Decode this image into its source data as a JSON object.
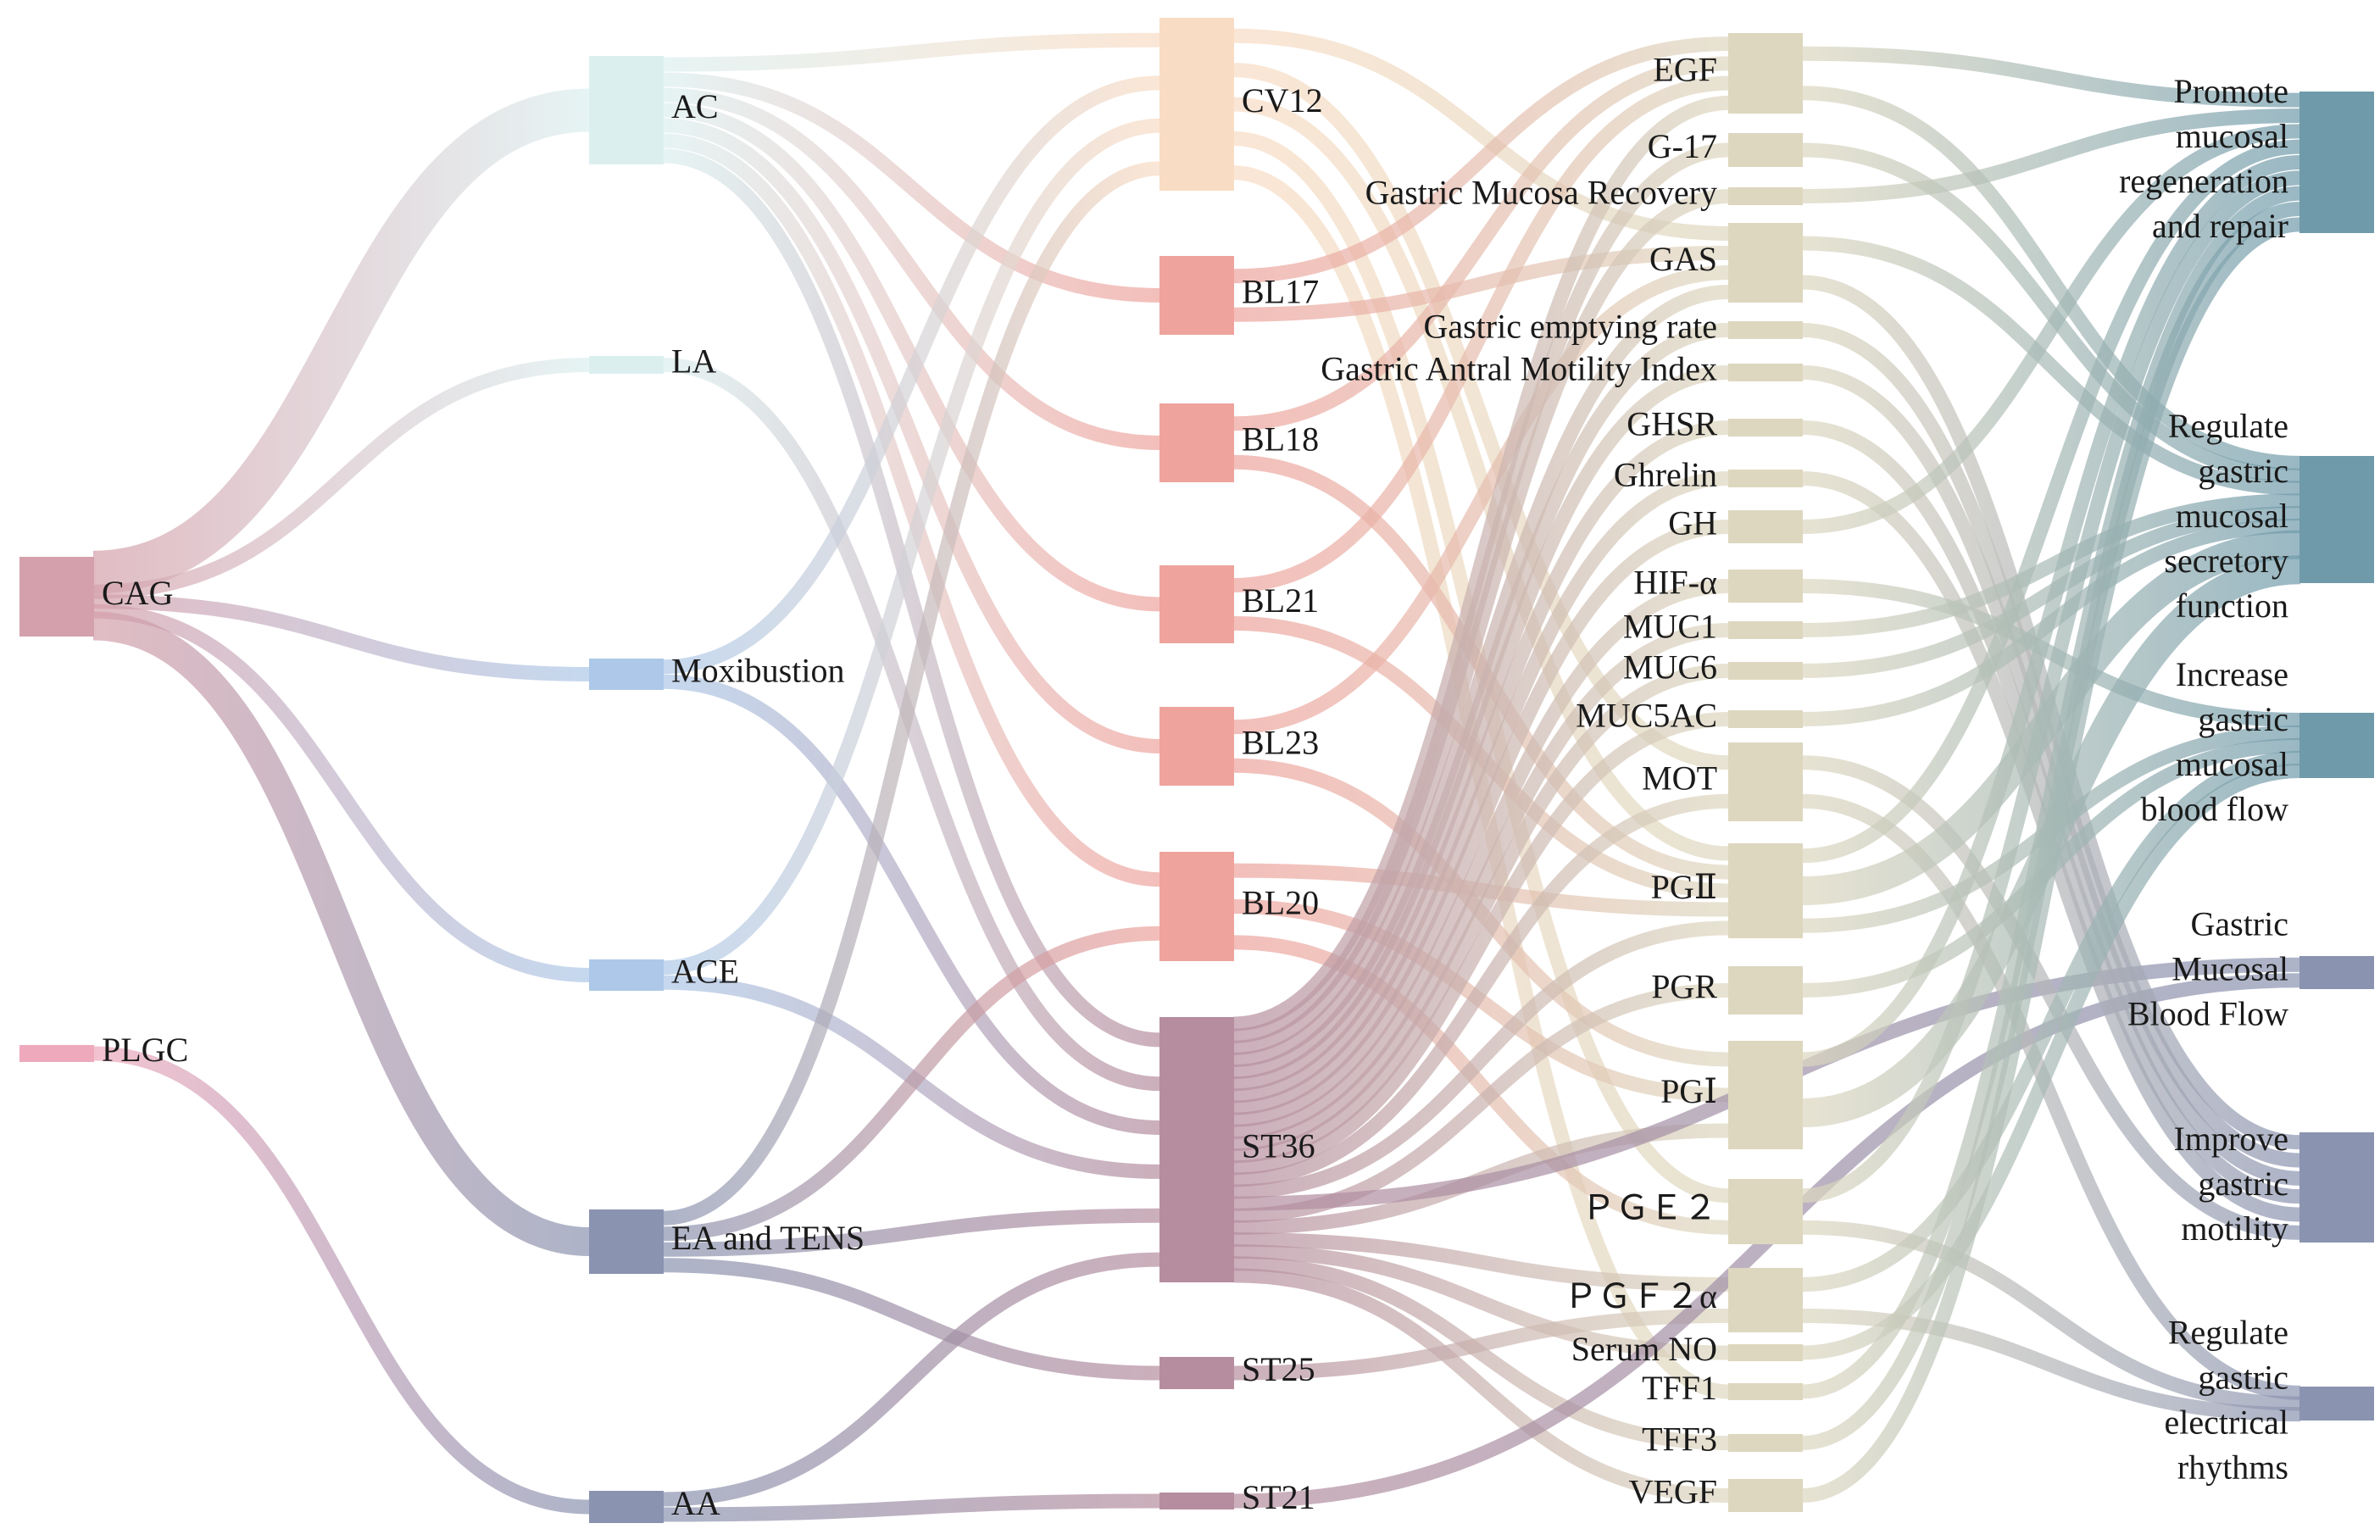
{
  "chart_data": {
    "type": "sankey",
    "title": "",
    "columns": [
      [
        "CAG",
        "PLGC"
      ],
      [
        "AC",
        "LA",
        "Moxibustion",
        "ACE",
        "EA and TENS",
        "AA"
      ],
      [
        "CV12",
        "BL17",
        "BL18",
        "BL21",
        "BL23",
        "BL20",
        "ST36",
        "ST25",
        "ST21"
      ],
      [
        "EGF",
        "G-17",
        "Gastric Mucosa Recovery",
        "GAS",
        "Gastric emptying rate",
        "Gastric Antral Motility Index",
        "GHSR",
        "Ghrelin",
        "GH",
        "HIF-α",
        "MUC1",
        "MUC6",
        "MUC5AC",
        "MOT",
        "PGⅡ",
        "PGR",
        "PGⅠ",
        "PGE2",
        "PGF2α",
        "Serum NO",
        "TFF1",
        "TFF3",
        "VEGF"
      ],
      [
        "Promote mucosal regeneration and repair",
        "Regulate gastric mucosal secretory function",
        "Increase gastric mucosal blood flow",
        "Gastric Mucosal Blood Flow",
        "Improve gastric motility",
        "Regulate gastric electrical rhythms"
      ]
    ],
    "node_labels": {
      "CAG": [
        "CAG"
      ],
      "PLGC": [
        "PLGC"
      ],
      "AC": [
        "AC"
      ],
      "LA": [
        "LA"
      ],
      "Moxibustion": [
        "Moxibustion"
      ],
      "ACE": [
        "ACE"
      ],
      "EA and TENS": [
        "EA and TENS"
      ],
      "AA": [
        "AA"
      ],
      "CV12": [
        "CV12"
      ],
      "BL17": [
        "BL17"
      ],
      "BL18": [
        "BL18"
      ],
      "BL21": [
        "BL21"
      ],
      "BL23": [
        "BL23"
      ],
      "BL20": [
        "BL20"
      ],
      "ST36": [
        "ST36"
      ],
      "ST25": [
        "ST25"
      ],
      "ST21": [
        "ST21"
      ],
      "EGF": [
        "EGF"
      ],
      "G-17": [
        "G-17"
      ],
      "Gastric Mucosa Recovery": [
        "Gastric Mucosa Recovery"
      ],
      "GAS": [
        "GAS"
      ],
      "Gastric emptying rate": [
        "Gastric emptying rate"
      ],
      "Gastric Antral Motility Index": [
        "Gastric Antral Motility Index"
      ],
      "GHSR": [
        "GHSR"
      ],
      "Ghrelin": [
        "Ghrelin"
      ],
      "GH": [
        "GH"
      ],
      "HIF-α": [
        "HIF-α"
      ],
      "MUC1": [
        "MUC1"
      ],
      "MUC6": [
        "MUC6"
      ],
      "MUC5AC": [
        "MUC5AC"
      ],
      "MOT": [
        "MOT"
      ],
      "PGⅡ": [
        "PGⅡ"
      ],
      "PGR": [
        "PGR"
      ],
      "PGⅠ": [
        "PGⅠ"
      ],
      "PGE2": [
        "ＰＧＥ２"
      ],
      "PGF2α": [
        "ＰＧＦ２α"
      ],
      "Serum NO": [
        "Serum NO"
      ],
      "TFF1": [
        "TFF1"
      ],
      "TFF3": [
        "TFF3"
      ],
      "VEGF": [
        "VEGF"
      ],
      "Promote mucosal regeneration and repair": [
        "Promote",
        "mucosal",
        "regeneration",
        "and repair"
      ],
      "Regulate gastric mucosal secretory function": [
        "Regulate",
        "gastric",
        "mucosal",
        "secretory",
        "function"
      ],
      "Increase gastric mucosal blood flow": [
        "Increase",
        "gastric",
        "mucosal",
        "blood flow"
      ],
      "Gastric Mucosal Blood Flow": [
        "Gastric",
        "Mucosal",
        "Blood Flow"
      ],
      "Improve gastric motility": [
        "Improve",
        "gastric",
        "motility"
      ],
      "Regulate gastric electrical rhythms": [
        "Regulate",
        "gastric",
        "electrical",
        "rhythms"
      ]
    },
    "node_colors": {
      "CAG": "#d4a0ab",
      "PLGC": "#eea9bc",
      "AC": "#dcefef",
      "LA": "#dcefef",
      "Moxibustion": "#adc8e8",
      "ACE": "#adc8e8",
      "EA and TENS": "#8a93b0",
      "AA": "#8a93b0",
      "CV12": "#f9dcc4",
      "BL17": "#eea39d",
      "BL18": "#eea39d",
      "BL21": "#eea39d",
      "BL23": "#eea39d",
      "BL20": "#eea39d",
      "ST36": "#b58d9e",
      "ST25": "#b58d9e",
      "ST21": "#b58d9e",
      "marker": "#ddd7bf",
      "Promote mucosal regeneration and repair": "#6f9aaa",
      "Regulate gastric mucosal secretory function": "#6f9aaa",
      "Increase gastric mucosal blood flow": "#6f9aaa",
      "Gastric Mucosal Blood Flow": "#8a93b0",
      "Improve gastric motility": "#8a93b0",
      "Regulate gastric electrical rhythms": "#8a93b0"
    },
    "links": [
      {
        "source": "CAG",
        "target": "AC",
        "value": 3
      },
      {
        "source": "CAG",
        "target": "LA",
        "value": 1
      },
      {
        "source": "CAG",
        "target": "Moxibustion",
        "value": 1
      },
      {
        "source": "CAG",
        "target": "ACE",
        "value": 1
      },
      {
        "source": "CAG",
        "target": "EA and TENS",
        "value": 2
      },
      {
        "source": "PLGC",
        "target": "AA",
        "value": 1
      },
      {
        "source": "AC",
        "target": "CV12",
        "value": 1
      },
      {
        "source": "AC",
        "target": "BL17",
        "value": 1
      },
      {
        "source": "AC",
        "target": "BL18",
        "value": 1
      },
      {
        "source": "AC",
        "target": "BL21",
        "value": 1
      },
      {
        "source": "AC",
        "target": "BL23",
        "value": 1
      },
      {
        "source": "AC",
        "target": "BL20",
        "value": 1
      },
      {
        "source": "AC",
        "target": "ST36",
        "value": 1
      },
      {
        "source": "LA",
        "target": "ST36",
        "value": 1
      },
      {
        "source": "Moxibustion",
        "target": "CV12",
        "value": 1
      },
      {
        "source": "Moxibustion",
        "target": "ST36",
        "value": 1
      },
      {
        "source": "ACE",
        "target": "CV12",
        "value": 1
      },
      {
        "source": "ACE",
        "target": "ST36",
        "value": 1
      },
      {
        "source": "EA and TENS",
        "target": "CV12",
        "value": 1
      },
      {
        "source": "EA and TENS",
        "target": "BL20",
        "value": 1
      },
      {
        "source": "EA and TENS",
        "target": "ST36",
        "value": 1
      },
      {
        "source": "EA and TENS",
        "target": "ST25",
        "value": 1
      },
      {
        "source": "AA",
        "target": "ST36",
        "value": 1
      },
      {
        "source": "AA",
        "target": "ST21",
        "value": 1
      },
      {
        "source": "CV12",
        "target": "GAS",
        "value": 1
      },
      {
        "source": "CV12",
        "target": "MOT",
        "value": 1
      },
      {
        "source": "CV12",
        "target": "PGⅡ",
        "value": 1
      },
      {
        "source": "CV12",
        "target": "PGE2",
        "value": 1
      },
      {
        "source": "CV12",
        "target": "TFF1",
        "value": 1
      },
      {
        "source": "BL17",
        "target": "EGF",
        "value": 1
      },
      {
        "source": "BL17",
        "target": "GAS",
        "value": 1
      },
      {
        "source": "BL18",
        "target": "EGF",
        "value": 1
      },
      {
        "source": "BL18",
        "target": "PGⅡ",
        "value": 1
      },
      {
        "source": "BL21",
        "target": "EGF",
        "value": 1
      },
      {
        "source": "BL21",
        "target": "PGⅡ",
        "value": 1
      },
      {
        "source": "BL23",
        "target": "GAS",
        "value": 1
      },
      {
        "source": "BL23",
        "target": "PGⅠ",
        "value": 1
      },
      {
        "source": "BL20",
        "target": "PGⅡ",
        "value": 1
      },
      {
        "source": "BL20",
        "target": "PGⅠ",
        "value": 1
      },
      {
        "source": "BL20",
        "target": "PGE2",
        "value": 1
      },
      {
        "source": "ST36",
        "target": "EGF",
        "value": 1
      },
      {
        "source": "ST36",
        "target": "G-17",
        "value": 1
      },
      {
        "source": "ST36",
        "target": "Gastric Mucosa Recovery",
        "value": 1
      },
      {
        "source": "ST36",
        "target": "GAS",
        "value": 1
      },
      {
        "source": "ST36",
        "target": "Gastric emptying rate",
        "value": 1
      },
      {
        "source": "ST36",
        "target": "Gastric Antral Motility Index",
        "value": 1
      },
      {
        "source": "ST36",
        "target": "GHSR",
        "value": 1
      },
      {
        "source": "ST36",
        "target": "Ghrelin",
        "value": 1
      },
      {
        "source": "ST36",
        "target": "GH",
        "value": 1
      },
      {
        "source": "ST36",
        "target": "HIF-α",
        "value": 1
      },
      {
        "source": "ST36",
        "target": "MUC1",
        "value": 1
      },
      {
        "source": "ST36",
        "target": "MUC6",
        "value": 1
      },
      {
        "source": "ST36",
        "target": "MUC5AC",
        "value": 1
      },
      {
        "source": "ST36",
        "target": "MOT",
        "value": 1
      },
      {
        "source": "ST36",
        "target": "PGⅡ",
        "value": 1
      },
      {
        "source": "ST36",
        "target": "PGR",
        "value": 1
      },
      {
        "source": "ST36",
        "target": "PGⅠ",
        "value": 1
      },
      {
        "source": "ST36",
        "target": "PGF2α",
        "value": 1
      },
      {
        "source": "ST36",
        "target": "Serum NO",
        "value": 1
      },
      {
        "source": "ST36",
        "target": "TFF3",
        "value": 1
      },
      {
        "source": "ST36",
        "target": "VEGF",
        "value": 1
      },
      {
        "source": "ST36",
        "target": "Gastric Mucosal Blood Flow",
        "value": 1
      },
      {
        "source": "ST25",
        "target": "PGF2α",
        "value": 1
      },
      {
        "source": "ST21",
        "target": "Gastric Mucosal Blood Flow",
        "value": 1
      },
      {
        "source": "EGF",
        "target": "Promote mucosal regeneration and repair",
        "value": 1
      },
      {
        "source": "EGF",
        "target": "Regulate gastric mucosal secretory function",
        "value": 1
      },
      {
        "source": "G-17",
        "target": "Regulate gastric mucosal secretory function",
        "value": 1
      },
      {
        "source": "Gastric Mucosa Recovery",
        "target": "Promote mucosal regeneration and repair",
        "value": 1
      },
      {
        "source": "GAS",
        "target": "Regulate gastric mucosal secretory function",
        "value": 1
      },
      {
        "source": "GAS",
        "target": "Improve gastric motility",
        "value": 1
      },
      {
        "source": "Gastric emptying rate",
        "target": "Improve gastric motility",
        "value": 1
      },
      {
        "source": "Gastric Antral Motility Index",
        "target": "Improve gastric motility",
        "value": 1
      },
      {
        "source": "GHSR",
        "target": "Improve gastric motility",
        "value": 1
      },
      {
        "source": "Ghrelin",
        "target": "Improve gastric motility",
        "value": 1
      },
      {
        "source": "GH",
        "target": "Promote mucosal regeneration and repair",
        "value": 1
      },
      {
        "source": "HIF-α",
        "target": "Increase gastric mucosal blood flow",
        "value": 1
      },
      {
        "source": "MUC1",
        "target": "Regulate gastric mucosal secretory function",
        "value": 1
      },
      {
        "source": "MUC6",
        "target": "Regulate gastric mucosal secretory function",
        "value": 1
      },
      {
        "source": "MUC5AC",
        "target": "Regulate gastric mucosal secretory function",
        "value": 1
      },
      {
        "source": "MOT",
        "target": "Improve gastric motility",
        "value": 1
      },
      {
        "source": "MOT",
        "target": "Regulate gastric electrical rhythms",
        "value": 1
      },
      {
        "source": "PGⅡ",
        "target": "Regulate gastric mucosal secretory function",
        "value": 2
      },
      {
        "source": "PGⅡ",
        "target": "Promote mucosal regeneration and repair",
        "value": 1
      },
      {
        "source": "PGⅡ",
        "target": "Increase gastric mucosal blood flow",
        "value": 1
      },
      {
        "source": "PGR",
        "target": "Increase gastric mucosal blood flow",
        "value": 1
      },
      {
        "source": "PGⅠ",
        "target": "Regulate gastric mucosal secretory function",
        "value": 2
      },
      {
        "source": "PGⅠ",
        "target": "Promote mucosal regeneration and repair",
        "value": 1
      },
      {
        "source": "PGE2",
        "target": "Promote mucosal regeneration and repair",
        "value": 1
      },
      {
        "source": "PGE2",
        "target": "Regulate gastric electrical rhythms",
        "value": 1
      },
      {
        "source": "PGF2α",
        "target": "Increase gastric mucosal blood flow",
        "value": 1
      },
      {
        "source": "PGF2α",
        "target": "Regulate gastric electrical rhythms",
        "value": 1
      },
      {
        "source": "Serum NO",
        "target": "Increase gastric mucosal blood flow",
        "value": 1
      },
      {
        "source": "TFF1",
        "target": "Promote mucosal regeneration and repair",
        "value": 1
      },
      {
        "source": "TFF3",
        "target": "Promote mucosal regeneration and repair",
        "value": 1
      },
      {
        "source": "VEGF",
        "target": "Promote mucosal regeneration and repair",
        "value": 1
      }
    ]
  }
}
